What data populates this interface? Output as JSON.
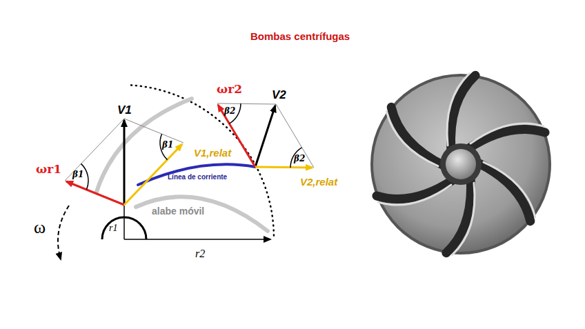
{
  "diagram": {
    "title": "Bombas centrífugas",
    "labels": [
      "ωr1",
      "V1",
      "β1",
      "β1",
      "V1,relat",
      "Línea de corriente",
      "alabe móvil",
      "r1",
      "ω",
      "r2",
      "ωr2",
      "V2",
      "β2",
      "β2",
      "V2,relat"
    ]
  }
}
